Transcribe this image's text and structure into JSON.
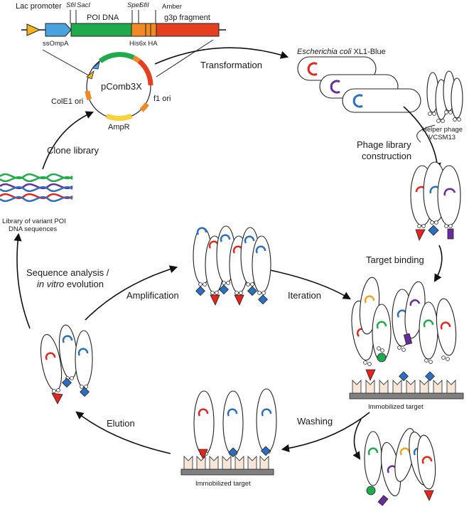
{
  "construct": {
    "lac_promoter": "Lac\npromoter",
    "sfi1": "SfiI",
    "saci": "SacI",
    "poi_dna": "POI DNA",
    "spei": "SpeI",
    "sfi2": "SfiI",
    "amber": "Amber",
    "g3p_fragment": "g3p fragment",
    "ssompa": "ssOmpA",
    "his6x_ha": "His6x HA"
  },
  "plasmid": {
    "name": "pComb3X",
    "cole1_ori": "ColE1 ori",
    "f1_ori": "f1 ori",
    "ampr": "AmpR"
  },
  "steps": {
    "transformation": "Transformation",
    "ecoli_italic": "Escherichia coli",
    "ecoli_strain": " XL1-Blue",
    "helper_phage": "Helper phage\nVCSM13",
    "phage_library": "Phage library\nconstruction",
    "target_binding": "Target binding",
    "iteration": "Iteration",
    "amplification": "Amplification",
    "washing": "Washing",
    "elution": "Elution",
    "clone_library": "Clone library",
    "sequence_analysis": "Sequence analysis /",
    "in_vitro": "in vitro",
    "evolution": " evolution",
    "library_label": "Library of variant POI\nDNA sequences",
    "immobilized_target_1": "Immobilized target",
    "immobilized_target_2": "Immobilized target"
  },
  "colors": {
    "lac": "#f2b51c",
    "ssompa": "#4aa3df",
    "poi": "#1faa4b",
    "his": "#f08a24",
    "g3p": "#e4401f",
    "ampr": "#f7d23a",
    "target": "#f6e6d8",
    "base": "#808080",
    "red": "#e4251d",
    "blue": "#2a6fc0",
    "green": "#1faa4b",
    "purple": "#6a2b9c"
  }
}
